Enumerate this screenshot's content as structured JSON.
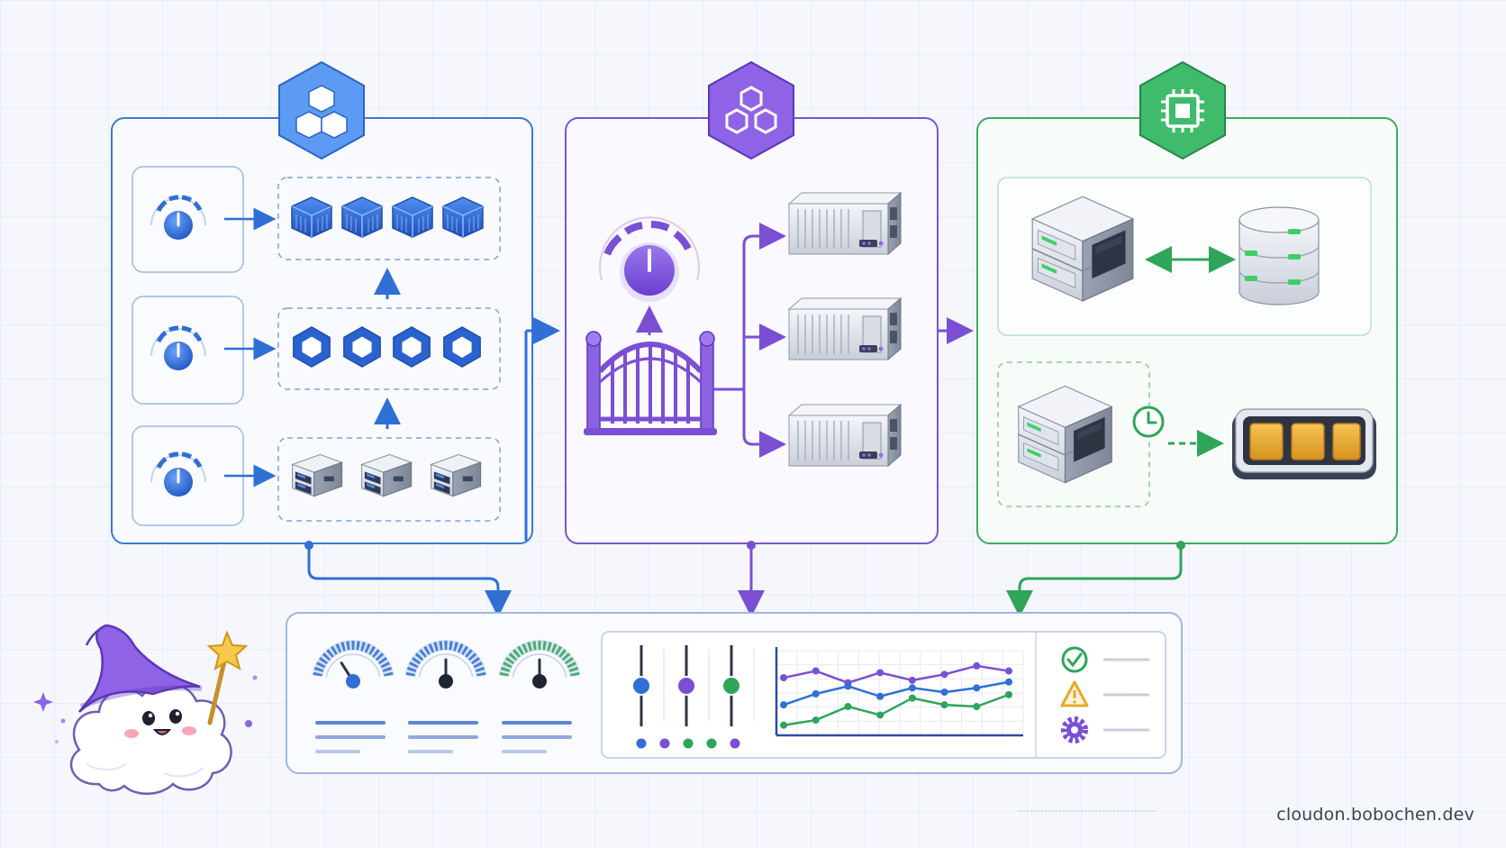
{
  "footer": {
    "url": "cloudon.bobochen.dev"
  },
  "colors": {
    "blue": "#2f6fd6",
    "purple": "#7a4fd4",
    "green": "#2fa55a",
    "amber": "#e7a928",
    "panel_border_blue": "#3a78d8",
    "panel_border_purple": "#7a55d1",
    "panel_border_green": "#3cab63"
  },
  "icons": {
    "blue_badge": "cubes-icon",
    "purple_badge": "hexagon-cluster-icon",
    "green_badge": "cpu-chip-icon",
    "scaling_dial": "dial-knob-icon",
    "gateway": "gate-icon",
    "clock": "clock-icon",
    "status_ok": "check-circle-icon",
    "status_warn": "warning-triangle-icon",
    "status_config": "gear-icon",
    "mascot": "wizard-cloud-icon"
  },
  "monitor": {
    "gauge_levels": [
      0.3,
      0.5,
      0.5
    ],
    "gauge_colors": [
      "#2f6fd6",
      "#2f6fd6",
      "#2fa55a"
    ],
    "slider_levels": [
      0.5,
      0.5,
      0.5
    ],
    "slider_colors": [
      "#2f6fd6",
      "#7a4fd4",
      "#2fa55a"
    ],
    "dot_colors": [
      "#2f6fd6",
      "#7a4fd4",
      "#2fa55a",
      "#2fa55a",
      "#7a4fd4"
    ]
  },
  "chart_data": {
    "type": "line",
    "title": "",
    "xlabel": "",
    "ylabel": "",
    "x": [
      1,
      2,
      3,
      4,
      5,
      6,
      7,
      8
    ],
    "ylim": [
      0,
      10
    ],
    "grid": true,
    "series": [
      {
        "color": "#7a4fd4",
        "values": [
          6.8,
          7.6,
          6.2,
          7.4,
          6.5,
          7.2,
          8.2,
          7.6
        ]
      },
      {
        "color": "#2f6fd6",
        "values": [
          3.6,
          4.9,
          5.8,
          4.6,
          5.6,
          5.1,
          5.6,
          6.3
        ]
      },
      {
        "color": "#2fa55a",
        "values": [
          1.2,
          1.8,
          3.4,
          2.4,
          4.4,
          3.6,
          3.4,
          4.8
        ]
      }
    ]
  }
}
